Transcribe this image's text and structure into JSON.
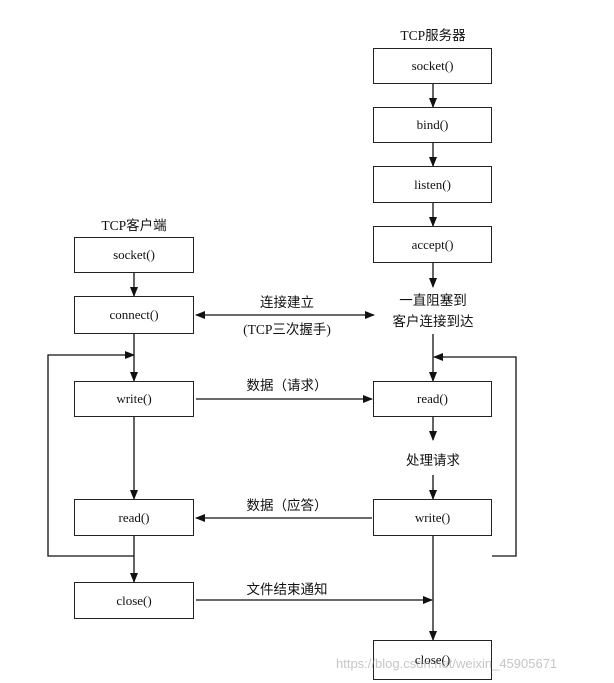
{
  "server": {
    "title": "TCP服务器",
    "socket": "socket()",
    "bind": "bind()",
    "listen": "listen()",
    "accept": "accept()",
    "blocked_line1": "一直阻塞到",
    "blocked_line2": "客户连接到达",
    "read": "read()",
    "process": "处理请求",
    "write": "write()",
    "close": "close()"
  },
  "client": {
    "title": "TCP客户端",
    "socket": "socket()",
    "connect": "connect()",
    "write": "write()",
    "read": "read()",
    "close": "close()"
  },
  "messages": {
    "connect_line1": "连接建立",
    "connect_line2": "(TCP三次握手)",
    "request": "数据（请求）",
    "response": "数据（应答）",
    "eof": "文件结束通知"
  },
  "watermark": "https://blog.csdn.net/weixin_45905671"
}
